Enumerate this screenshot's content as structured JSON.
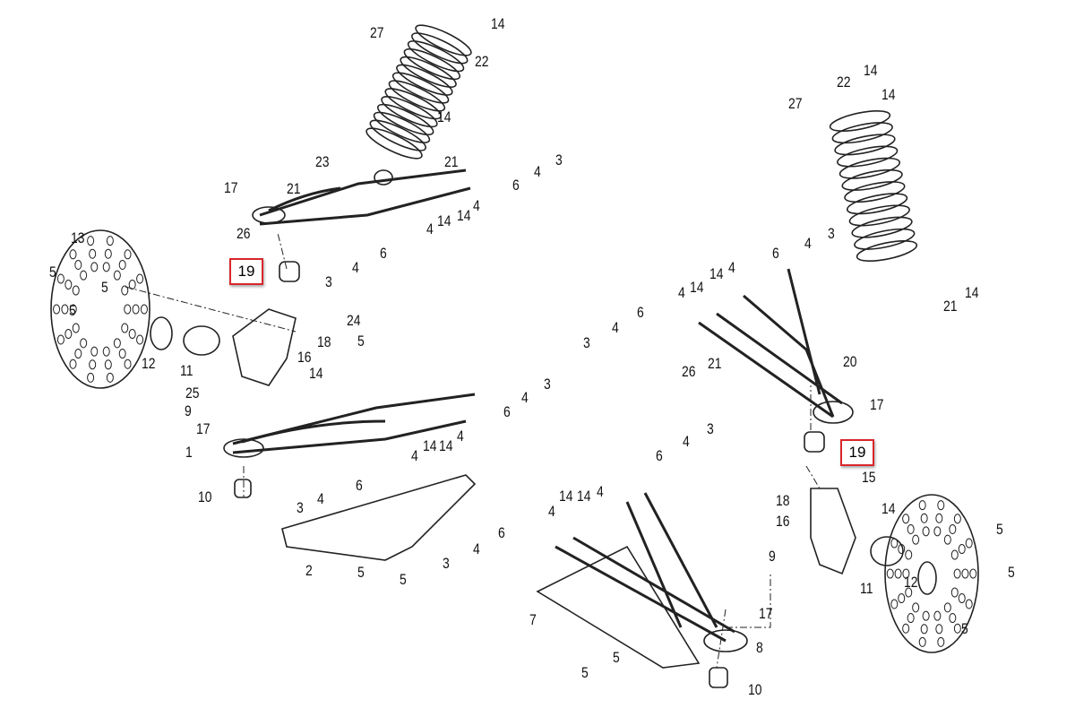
{
  "diagram": {
    "title_hidden": null,
    "highlight_color": "#d8262b",
    "highlighted_part": "19",
    "callouts": [
      "27",
      "14",
      "22",
      "14",
      "21",
      "3",
      "6",
      "4",
      "23",
      "17",
      "21",
      "4",
      "14",
      "14",
      "4",
      "26",
      "6",
      "4",
      "3",
      "13",
      "5",
      "5",
      "5",
      "24",
      "5",
      "18",
      "16",
      "14",
      "12",
      "11",
      "25",
      "9",
      "17",
      "1",
      "3",
      "4",
      "6",
      "4",
      "14",
      "14",
      "4",
      "6",
      "4",
      "3",
      "10",
      "2",
      "5",
      "5",
      "27",
      "14",
      "22",
      "14",
      "3",
      "6",
      "4",
      "14",
      "14",
      "4",
      "4",
      "21",
      "14",
      "6",
      "4",
      "3",
      "20",
      "21",
      "26",
      "17",
      "3",
      "4",
      "6",
      "15",
      "18",
      "16",
      "14",
      "14",
      "14",
      "4",
      "4",
      "6",
      "4",
      "3",
      "9",
      "11",
      "12",
      "5",
      "5",
      "5",
      "17",
      "8",
      "10",
      "7",
      "5",
      "5"
    ],
    "highlight_boxes": [
      "19",
      "19"
    ]
  }
}
